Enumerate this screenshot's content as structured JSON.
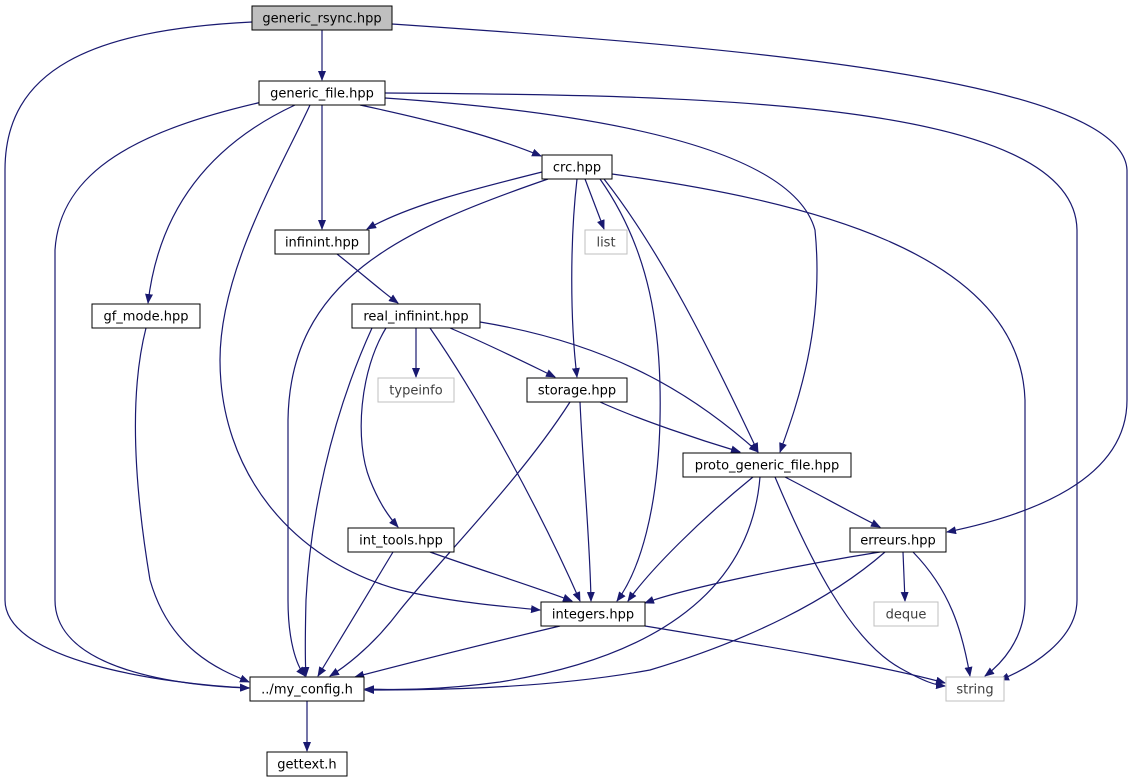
{
  "diagram": {
    "nodes": [
      {
        "id": "generic_rsync",
        "label": "generic_rsync.hpp",
        "style": "root"
      },
      {
        "id": "generic_file",
        "label": "generic_file.hpp",
        "style": "normal"
      },
      {
        "id": "crc",
        "label": "crc.hpp",
        "style": "normal"
      },
      {
        "id": "infinint",
        "label": "infinint.hpp",
        "style": "normal"
      },
      {
        "id": "list",
        "label": "list",
        "style": "external"
      },
      {
        "id": "gf_mode",
        "label": "gf_mode.hpp",
        "style": "normal"
      },
      {
        "id": "real_infinint",
        "label": "real_infinint.hpp",
        "style": "normal"
      },
      {
        "id": "typeinfo",
        "label": "typeinfo",
        "style": "external"
      },
      {
        "id": "storage",
        "label": "storage.hpp",
        "style": "normal"
      },
      {
        "id": "proto_generic_file",
        "label": "proto_generic_file.hpp",
        "style": "normal"
      },
      {
        "id": "int_tools",
        "label": "int_tools.hpp",
        "style": "normal"
      },
      {
        "id": "erreurs",
        "label": "erreurs.hpp",
        "style": "normal"
      },
      {
        "id": "integers",
        "label": "integers.hpp",
        "style": "normal"
      },
      {
        "id": "deque",
        "label": "deque",
        "style": "external"
      },
      {
        "id": "my_config",
        "label": "../my_config.h",
        "style": "normal"
      },
      {
        "id": "string",
        "label": "string",
        "style": "external"
      },
      {
        "id": "gettext",
        "label": "gettext.h",
        "style": "normal"
      }
    ],
    "edges": [
      {
        "from": "generic_rsync",
        "to": "generic_file"
      },
      {
        "from": "generic_rsync",
        "to": "my_config"
      },
      {
        "from": "generic_rsync",
        "to": "erreurs"
      },
      {
        "from": "generic_file",
        "to": "crc"
      },
      {
        "from": "generic_file",
        "to": "infinint"
      },
      {
        "from": "generic_file",
        "to": "gf_mode"
      },
      {
        "from": "generic_file",
        "to": "my_config"
      },
      {
        "from": "generic_file",
        "to": "integers"
      },
      {
        "from": "generic_file",
        "to": "proto_generic_file"
      },
      {
        "from": "generic_file",
        "to": "string"
      },
      {
        "from": "crc",
        "to": "infinint"
      },
      {
        "from": "crc",
        "to": "list"
      },
      {
        "from": "crc",
        "to": "storage"
      },
      {
        "from": "crc",
        "to": "my_config"
      },
      {
        "from": "crc",
        "to": "integers"
      },
      {
        "from": "crc",
        "to": "proto_generic_file"
      },
      {
        "from": "crc",
        "to": "string"
      },
      {
        "from": "infinint",
        "to": "real_infinint"
      },
      {
        "from": "gf_mode",
        "to": "my_config"
      },
      {
        "from": "real_infinint",
        "to": "typeinfo"
      },
      {
        "from": "real_infinint",
        "to": "storage"
      },
      {
        "from": "real_infinint",
        "to": "proto_generic_file"
      },
      {
        "from": "real_infinint",
        "to": "int_tools"
      },
      {
        "from": "real_infinint",
        "to": "integers"
      },
      {
        "from": "real_infinint",
        "to": "my_config"
      },
      {
        "from": "storage",
        "to": "proto_generic_file"
      },
      {
        "from": "storage",
        "to": "integers"
      },
      {
        "from": "storage",
        "to": "my_config"
      },
      {
        "from": "proto_generic_file",
        "to": "erreurs"
      },
      {
        "from": "proto_generic_file",
        "to": "integers"
      },
      {
        "from": "proto_generic_file",
        "to": "my_config"
      },
      {
        "from": "proto_generic_file",
        "to": "string"
      },
      {
        "from": "int_tools",
        "to": "integers"
      },
      {
        "from": "int_tools",
        "to": "my_config"
      },
      {
        "from": "erreurs",
        "to": "integers"
      },
      {
        "from": "erreurs",
        "to": "deque"
      },
      {
        "from": "erreurs",
        "to": "string"
      },
      {
        "from": "erreurs",
        "to": "my_config"
      },
      {
        "from": "integers",
        "to": "my_config"
      },
      {
        "from": "integers",
        "to": "string"
      },
      {
        "from": "my_config",
        "to": "gettext"
      }
    ]
  },
  "colors": {
    "edge": "#191970",
    "node_border": "#000000",
    "node_text": "#000000",
    "external_border": "#bfbfbf",
    "external_text": "#404040",
    "root_fill": "#bfbfbf",
    "node_fill": "#ffffff"
  }
}
